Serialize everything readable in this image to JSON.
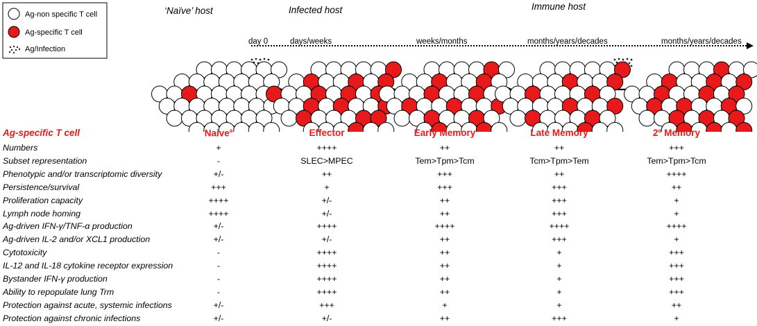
{
  "colors": {
    "specific": "#e8191a",
    "nonspecific": "#ffffff",
    "outline": "#000000"
  },
  "legend": {
    "nonspecific_label": "Ag-non specific T cell",
    "specific_label": "Ag-specific T cell",
    "ag_label": "Ag/Infection"
  },
  "hosts": {
    "naive": "‘Naïve’ host",
    "infected": "Infected host",
    "immune": "Immune host"
  },
  "timeline": {
    "day0": "day 0",
    "labels": [
      "days/weeks",
      "weeks/months",
      "months/years/decades",
      "months/years/decades"
    ]
  },
  "table": {
    "header_label": "Ag-specific T cell",
    "columns": [
      {
        "name": "Naive",
        "sup": "a"
      },
      {
        "name": "Effector",
        "sup": ""
      },
      {
        "name": "Early Memory",
        "sup": ""
      },
      {
        "name": "Late Memory",
        "sup": ""
      },
      {
        "name": "2º Memory",
        "sup": ""
      }
    ],
    "rows": [
      {
        "label": "Numbers",
        "values": [
          "+",
          "++++",
          "++",
          "++",
          "+++"
        ]
      },
      {
        "label": "Subset representation",
        "values": [
          "-",
          "SLEC>MPEC",
          "Tem>Tpm>Tcm",
          "Tcm>Tpm>Tem",
          "Tem>Tpm>Tcm"
        ]
      },
      {
        "label": "Phenotypic and/or transcriptomic diversity",
        "values": [
          "+/-",
          "++",
          "+++",
          "++",
          "++++"
        ]
      },
      {
        "label": "Persistence/survival",
        "values": [
          "+++",
          "+",
          "+++",
          "+++",
          "++"
        ]
      },
      {
        "label": "Proliferation capacity",
        "values": [
          "++++",
          "+/-",
          "++",
          "+++",
          "+"
        ]
      },
      {
        "label": "Lymph node homing",
        "values": [
          "++++",
          "+/-",
          "++",
          "+++",
          "+"
        ]
      },
      {
        "label": "Ag-driven IFN-γ/TNF-α production",
        "values": [
          "+/-",
          "++++",
          "++++",
          "++++",
          "++++"
        ]
      },
      {
        "label": "Ag-driven IL-2 and/or XCL1 production",
        "values": [
          "+/-",
          "+/-",
          "++",
          "+++",
          "+"
        ]
      },
      {
        "label": "Cytotoxicity",
        "values": [
          "-",
          "++++",
          "++",
          "+",
          "+++"
        ]
      },
      {
        "label": "IL-12 and IL-18 cytokine receptor expression",
        "values": [
          "-",
          "++++",
          "++",
          "+",
          "+++"
        ]
      },
      {
        "label": "Bystander IFN-γ production",
        "values": [
          "-",
          "++++",
          "++",
          "+",
          "+++"
        ]
      },
      {
        "label": "Ability to repopulate lung Trm",
        "values": [
          "-",
          "++++",
          "++",
          "+",
          "+++"
        ]
      },
      {
        "label": "Protection against acute, systemic infections",
        "values": [
          "+/-",
          "+++",
          "+",
          "+",
          "++"
        ]
      },
      {
        "label": "Protection against chronic infections",
        "values": [
          "+/-",
          "+/-",
          "++",
          "+++",
          "+"
        ]
      }
    ]
  }
}
